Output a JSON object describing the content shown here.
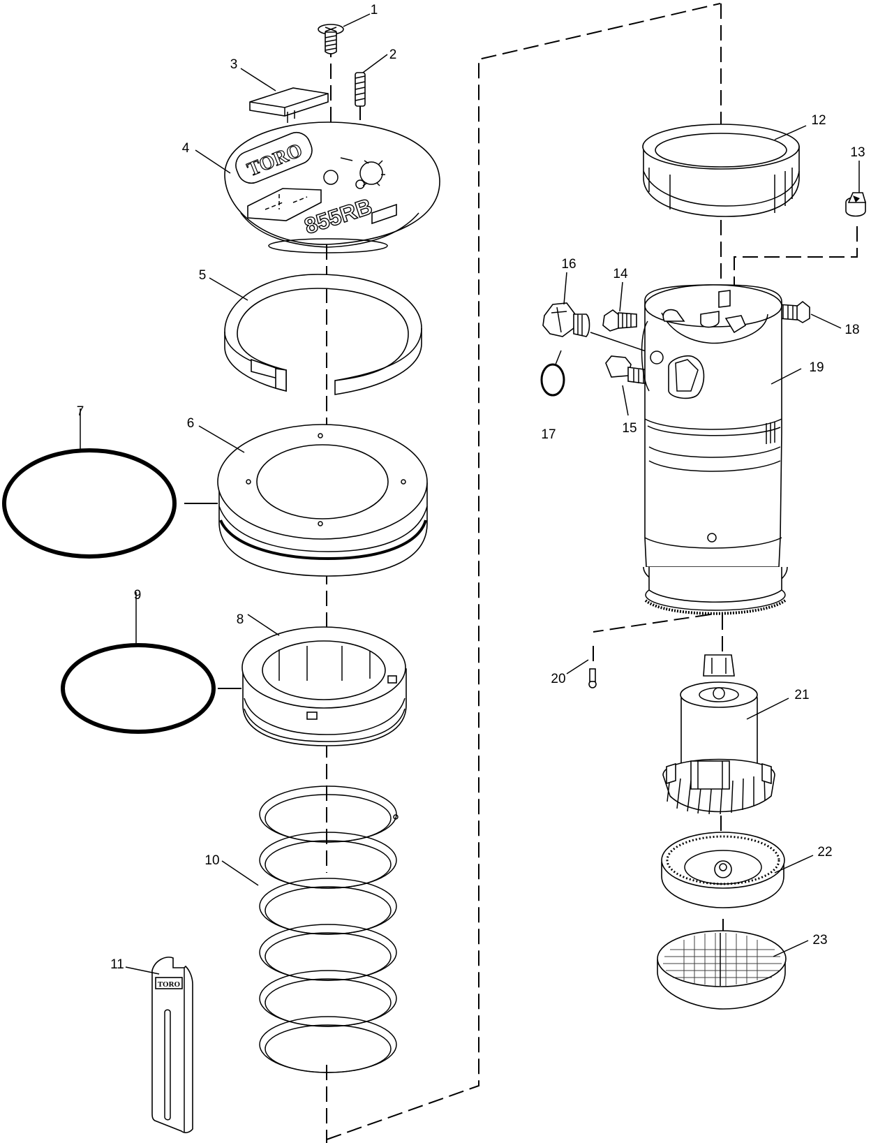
{
  "diagram": {
    "brand_logo": "TORO",
    "cap_model": "855RB",
    "tool_logo": "TORO",
    "callouts": [
      "1",
      "2",
      "3",
      "4",
      "5",
      "6",
      "7",
      "8",
      "9",
      "10",
      "11",
      "12",
      "13",
      "14",
      "15",
      "16",
      "17",
      "18",
      "19",
      "20",
      "21",
      "22",
      "23"
    ]
  }
}
